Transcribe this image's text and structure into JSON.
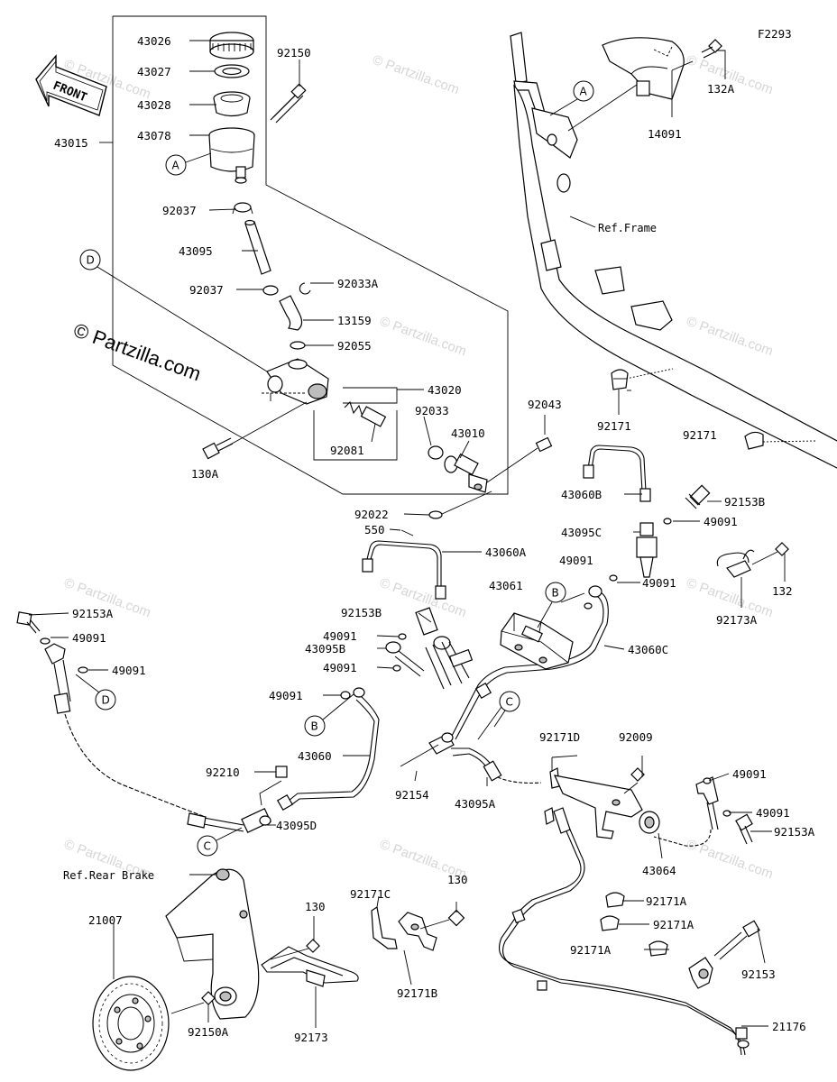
{
  "figure_code": "F2293",
  "watermark": {
    "main": "© Partzilla.com",
    "faint": "© Partzilla.com"
  },
  "front_arrow": {
    "label": "FRONT"
  },
  "references": {
    "frame": "Ref.Frame",
    "rear_brake": "Ref.Rear Brake"
  },
  "callouts": [
    "A",
    "A",
    "B",
    "B",
    "C",
    "C",
    "D",
    "D"
  ],
  "part_numbers": {
    "p43026": "43026",
    "p43027": "43027",
    "p43028": "43028",
    "p43078": "43078",
    "p43015": "43015",
    "p92150": "92150",
    "p92037a": "92037",
    "p43095": "43095",
    "p92037b": "92037",
    "p92033A": "92033A",
    "p13159": "13159",
    "p92055": "92055",
    "p43020": "43020",
    "p92033": "92033",
    "p43010": "43010",
    "p92081": "92081",
    "p130A": "130A",
    "p92022": "92022",
    "p92043": "92043",
    "p550": "550",
    "p43060A": "43060A",
    "p43060B": "43060B",
    "p92153B_r": "92153B",
    "p43095C": "43095C",
    "p49091_r1": "49091",
    "p49091_r2": "49091",
    "p49091_r3": "49091",
    "p43061": "43061",
    "p43060C": "43060C",
    "p92153B_m": "92153B",
    "p49091_m1": "49091",
    "p43095B": "43095B",
    "p49091_m2": "49091",
    "p49091_m3": "49091",
    "p43060": "43060",
    "p92210": "92210",
    "p43095D": "43095D",
    "p92153A_l": "92153A",
    "p49091_l1": "49091",
    "p49091_l2": "49091",
    "p92154": "92154",
    "p43095A": "43095A",
    "p92171D": "92171D",
    "p92009": "92009",
    "p49091_rr1": "49091",
    "p49091_rr2": "49091",
    "p92153A_r": "92153A",
    "p43064": "43064",
    "p14091": "14091",
    "p132A": "132A",
    "p92171_1": "92171",
    "p92171_2": "92171",
    "p132": "132",
    "p92173A": "92173A",
    "p130_a": "130",
    "p92171C": "92171C",
    "p92171B": "92171B",
    "p130_b": "130",
    "p21007": "21007",
    "p92150A": "92150A",
    "p92173": "92173",
    "p92171A_1": "92171A",
    "p92171A_2": "92171A",
    "p92171A_3": "92171A",
    "p92153": "92153",
    "p21176": "21176"
  }
}
